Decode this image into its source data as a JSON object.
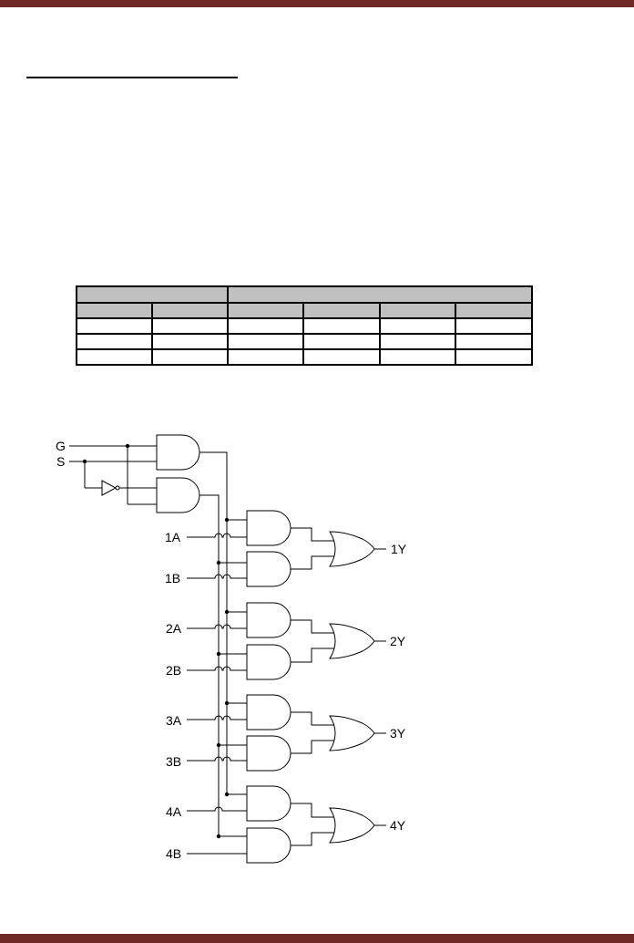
{
  "page": {
    "accent_color": "#6d2a26"
  },
  "truth_table": {
    "header_groups": [
      "",
      ""
    ],
    "sub_headers": [
      "",
      "",
      "",
      "",
      "",
      ""
    ],
    "rows": [
      [
        "",
        "",
        "",
        "",
        "",
        ""
      ],
      [
        "",
        "",
        "",
        "",
        "",
        ""
      ],
      [
        "",
        "",
        "",
        "",
        "",
        ""
      ]
    ]
  },
  "circuit": {
    "control_inputs": [
      "G",
      "S"
    ],
    "data_inputs": [
      "1A",
      "1B",
      "2A",
      "2B",
      "3A",
      "3B",
      "4A",
      "4B"
    ],
    "outputs": [
      "1Y",
      "2Y",
      "3Y",
      "4Y"
    ]
  }
}
